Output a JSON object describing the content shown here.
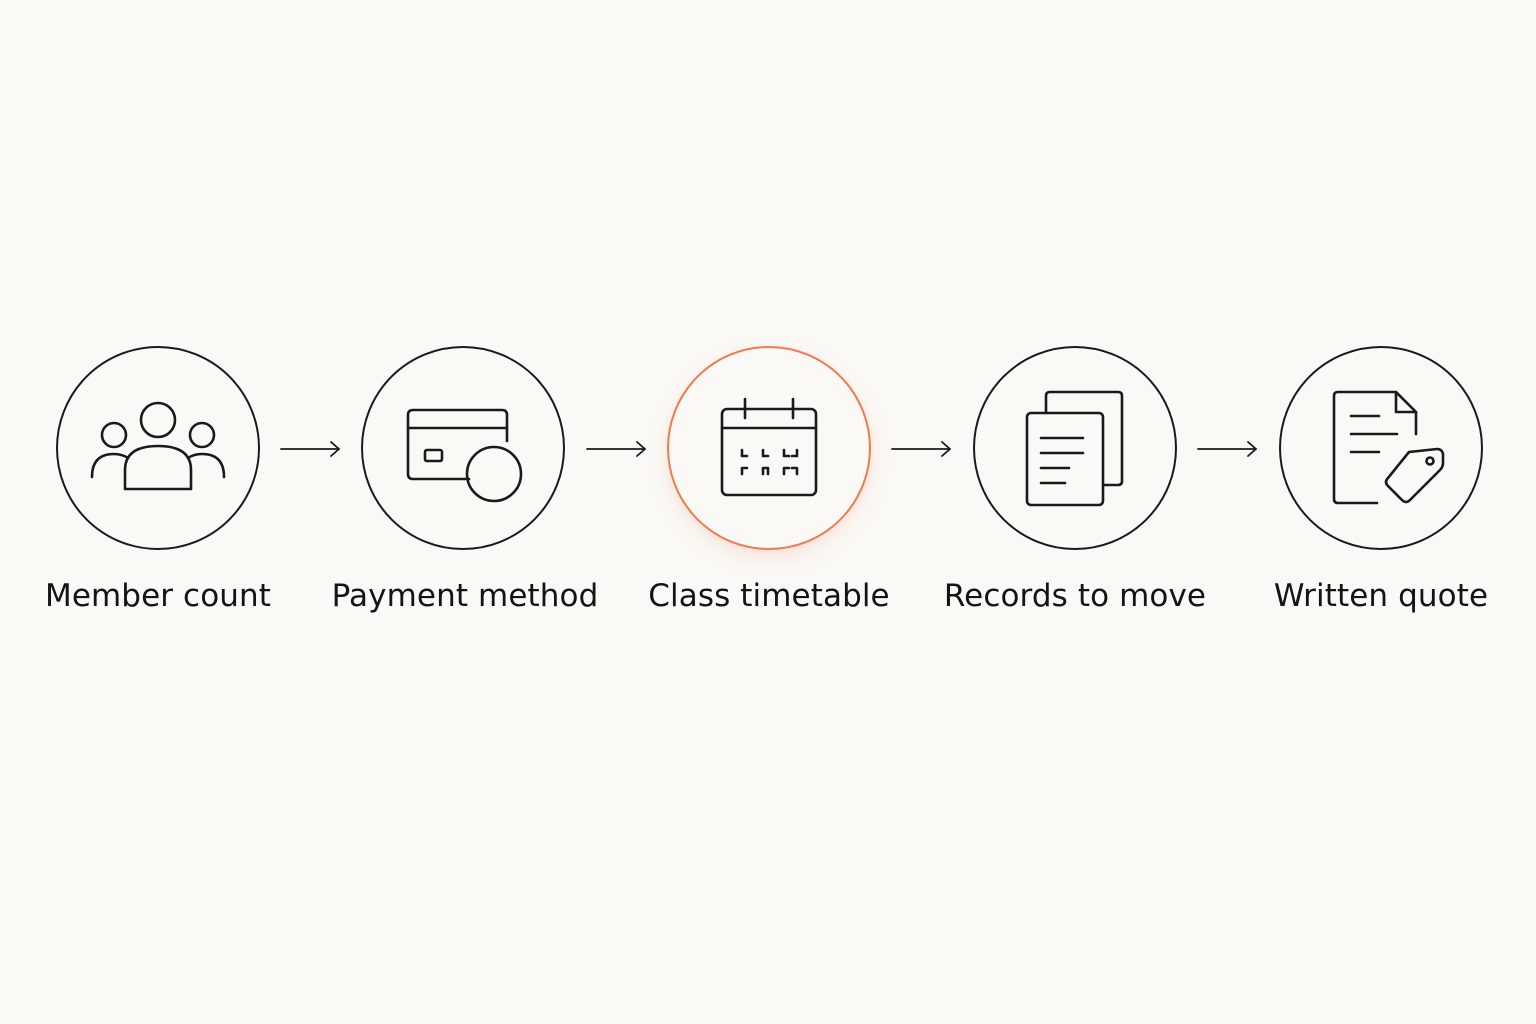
{
  "accent_color": "#f07a4e",
  "line_color": "#1a1a1a",
  "background_color": "#faf9f6",
  "steps": [
    {
      "label": "Member count",
      "icon": "people-group-icon",
      "active": false
    },
    {
      "label": "Payment method",
      "icon": "credit-card-icon",
      "active": false
    },
    {
      "label": "Class timetable",
      "icon": "calendar-icon",
      "active": true
    },
    {
      "label": "Records to move",
      "icon": "documents-stack-icon",
      "active": false
    },
    {
      "label": "Written quote",
      "icon": "quote-document-tag-icon",
      "active": false
    }
  ]
}
